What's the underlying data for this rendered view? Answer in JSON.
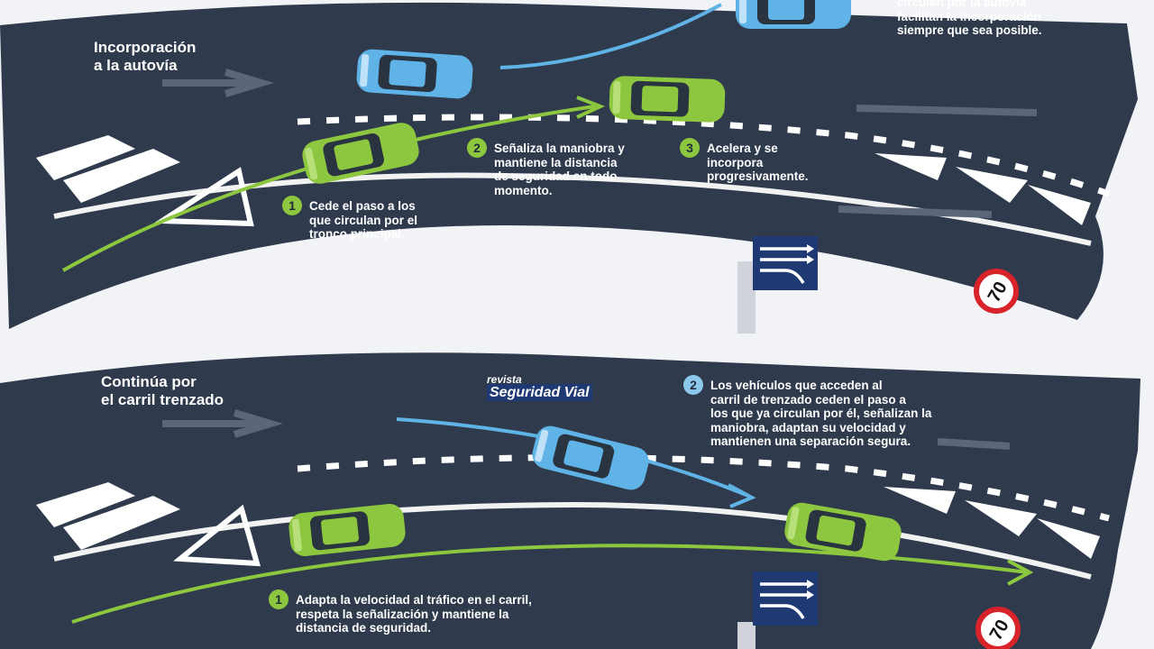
{
  "brand": {
    "line1": "revista",
    "line2": "Seguridad Vial"
  },
  "panels": {
    "top": {
      "title": "Incorporación\na la autovía",
      "note": "circulan por la autovía\nfacilitan la incorporación\nsiempre que sea posible.",
      "steps": [
        {
          "num": "1",
          "text": "Cede el paso a los\nque circulan por el\ntronco principal."
        },
        {
          "num": "2",
          "text": "Señaliza la maniobra y\nmantiene la distancia\nde seguridad en todo\nmomento."
        },
        {
          "num": "3",
          "text": "Acelera y se\nincorpora\nprogresivamente."
        }
      ],
      "speed_sign": "70"
    },
    "bottom": {
      "title": "Continúa por\nel carril trenzado",
      "steps": [
        {
          "num": "1",
          "text": "Adapta la velocidad al tráfico en el carril,\nrespeta la señalización y mantiene la\ndistancia de seguridad."
        },
        {
          "num": "2",
          "text": "Los vehículos que acceden al\ncarril de trenzado ceden el paso a\nlos que ya circulan por él, señalizan la\nmaniobra, adaptan su velocidad y\nmantienen una separación segura."
        }
      ],
      "speed_sign": "70"
    }
  },
  "colors": {
    "road": "#2f3b4c",
    "merge_car": "#8dc63f",
    "main_car": "#5fb3e6",
    "sign": "#1f3a73",
    "speed_ring": "#d8232a"
  },
  "icons": [
    "car-icon",
    "lane-sign-icon",
    "speed-limit-icon",
    "arrow-icon"
  ]
}
